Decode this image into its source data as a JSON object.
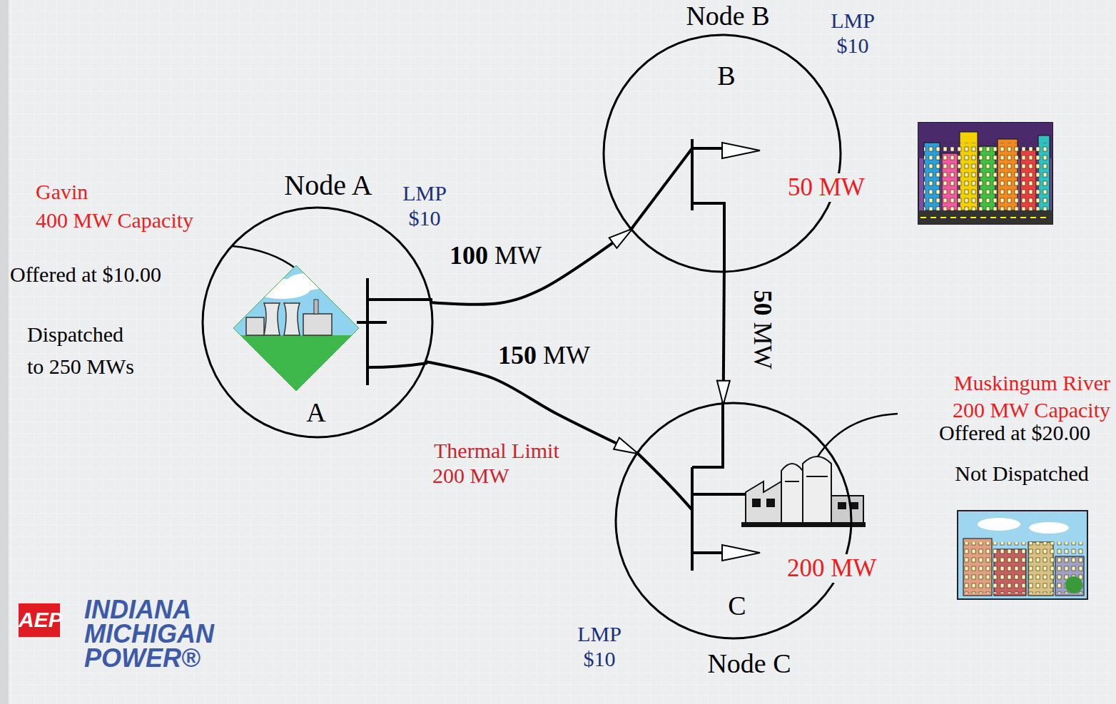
{
  "diagram": {
    "nodes": [
      {
        "text": [
          "Node A",
          "A"
        ]
      },
      {
        "text": [
          "Node B",
          "B",
          "50 MW"
        ]
      },
      {
        "text": [
          "200 MW",
          "C",
          "Node C"
        ]
      }
    ],
    "edges": [
      {
        "from": 0,
        "to": 1,
        "label": "100 MW",
        "arrow": "to"
      },
      {
        "from": 0,
        "to": 2,
        "label": "150 MW",
        "arrow": "to"
      },
      {
        "from": 1,
        "to": 2,
        "label": "50 MW",
        "arrow": "to"
      }
    ],
    "labels": [
      "Gavin",
      "400 MW Capacity",
      "Offered at $10.00",
      "Dispatched to 250 MWs",
      "LMP $10",
      "LMP $10",
      "LMP $10",
      "Thermal Limit",
      "200 MW",
      "Muskingum River",
      "200 MW Capacity",
      "Offered at $20.00",
      "Not Dispatched",
      "AEP",
      "INDIANA MICHIGAN POWER®"
    ]
  }
}
